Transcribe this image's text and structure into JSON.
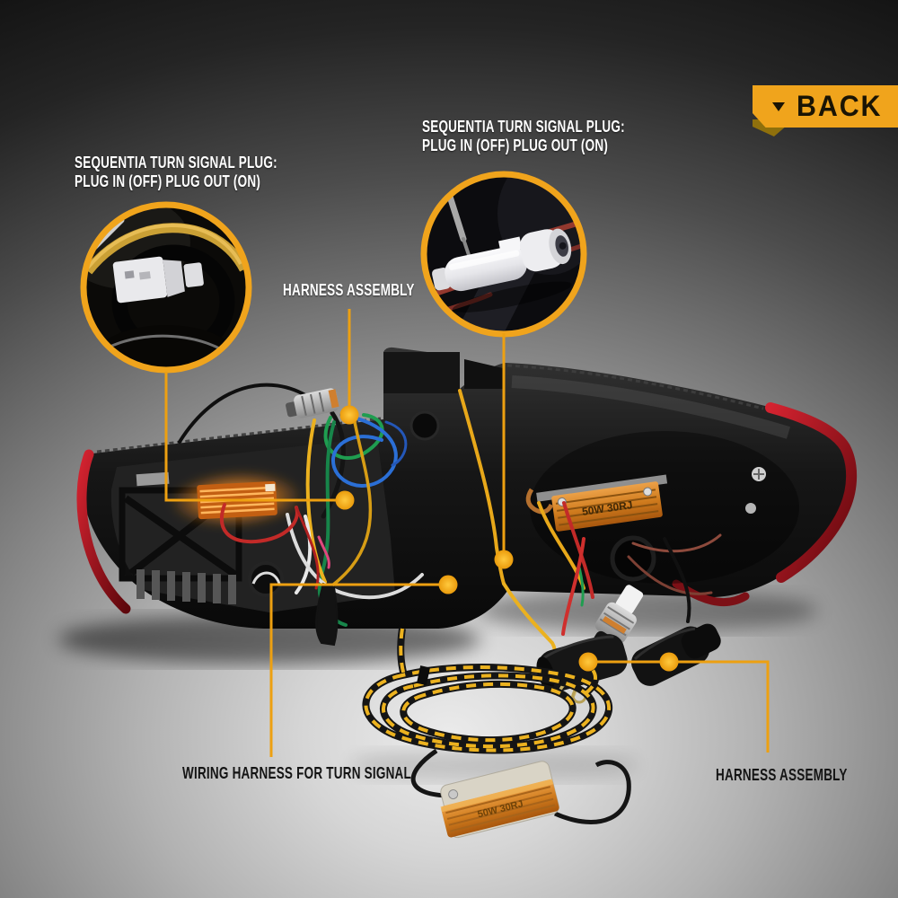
{
  "back_button": {
    "label": "BACK"
  },
  "callouts": {
    "left": {
      "line1": "SEQUENTIA TURN SIGNAL PLUG:",
      "line2": "PLUG IN (OFF) PLUG OUT (ON)"
    },
    "center": {
      "line1": "SEQUENTIA TURN SIGNAL PLUG:",
      "line2": "PLUG IN (OFF) PLUG OUT (ON)"
    },
    "harness_top": "HARNESS ASSEMBLY",
    "wiring_bottom": "WIRING HARNESS FOR TURN SIGNAL",
    "harness_bottom": "HARNESS ASSEMBLY"
  },
  "photo": {
    "resistor_right_label": "50W 30RJ",
    "resistor_bottom_label": "50W 30RJ"
  },
  "colors": {
    "accent": "#F0A41C",
    "line": "#EDA011",
    "label_white": "#FFFFFF",
    "label_black": "#141414",
    "back_bg": "#F0A41C",
    "back_text": "#1A1404"
  }
}
